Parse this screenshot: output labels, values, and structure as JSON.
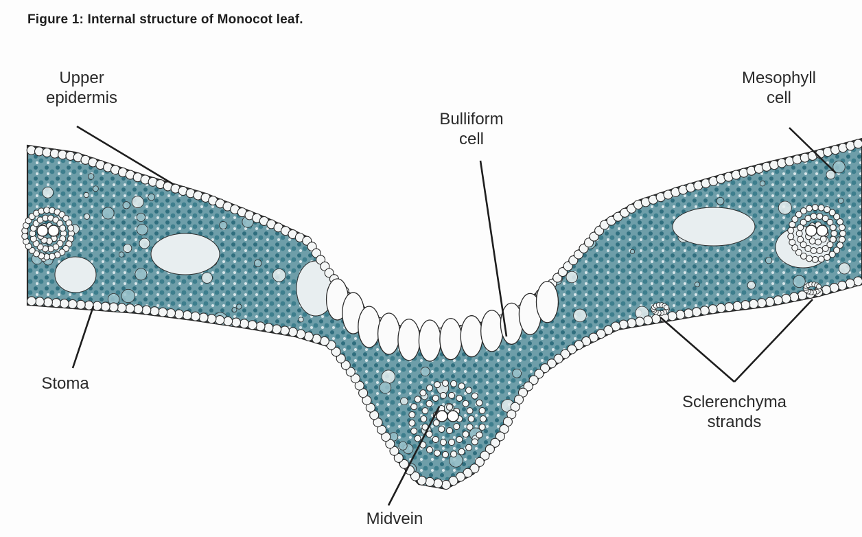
{
  "figure": {
    "caption": "Figure 1: Internal structure of Monocot leaf."
  },
  "labels": {
    "upper_epidermis": [
      "Upper",
      "epidermis"
    ],
    "bulliform_cell": [
      "Bulliform",
      "cell"
    ],
    "mesophyll_cell": [
      "Mesophyll",
      "cell"
    ],
    "stoma": "Stoma",
    "sclerenchyma_strands": [
      "Sclerenchyma",
      "strands"
    ],
    "midvein": "Midvein"
  },
  "colors": {
    "tissue_teal": "#3f7d8c",
    "tissue_light": "#9cc3cc",
    "outline": "#2a2a2a",
    "cell_fill": "#f4f6f6",
    "air_space": "#e8eef0"
  }
}
